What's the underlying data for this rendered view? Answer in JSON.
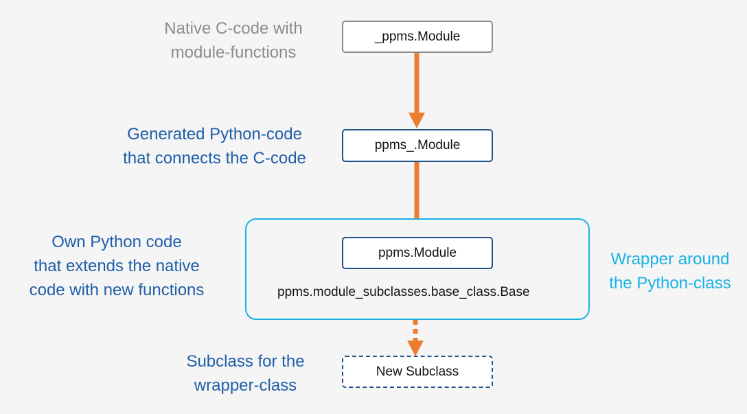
{
  "labels": {
    "native_c": [
      "Native C-code with",
      "module-functions"
    ],
    "generated_python": [
      "Generated Python-code",
      "that connects the C-code"
    ],
    "own_python": [
      "Own Python code",
      "that extends the native",
      "code with new functions"
    ],
    "wrapper_around": [
      "Wrapper around",
      "the Python-class"
    ],
    "subclass_for": [
      "Subclass for the",
      "wrapper-class"
    ]
  },
  "boxes": {
    "c_module": "_ppms.Module",
    "py_module": "ppms_.Module",
    "own_module": "ppms.Module",
    "base_class": "ppms.module_subclasses.base_class.Base",
    "new_subclass": "New Subclass"
  },
  "colors": {
    "arrow": "#ed7d31",
    "gray_text": "#8c8c8c",
    "blue_text": "#1f5ea8",
    "cyan_text": "#19b1e5",
    "box_border": "#1f4f87",
    "wrapper_border": "#19b1e5",
    "background": "#f5f5f5"
  }
}
